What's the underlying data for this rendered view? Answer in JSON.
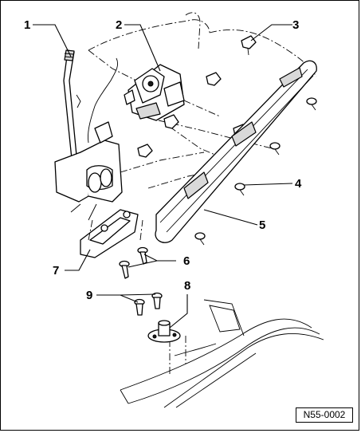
{
  "callouts": {
    "c1": "1",
    "c2": "2",
    "c3": "3",
    "c4": "4",
    "c5": "5",
    "c6": "6",
    "c7": "7",
    "c8": "8",
    "c9": "9"
  },
  "reference_code": "N55-0002"
}
